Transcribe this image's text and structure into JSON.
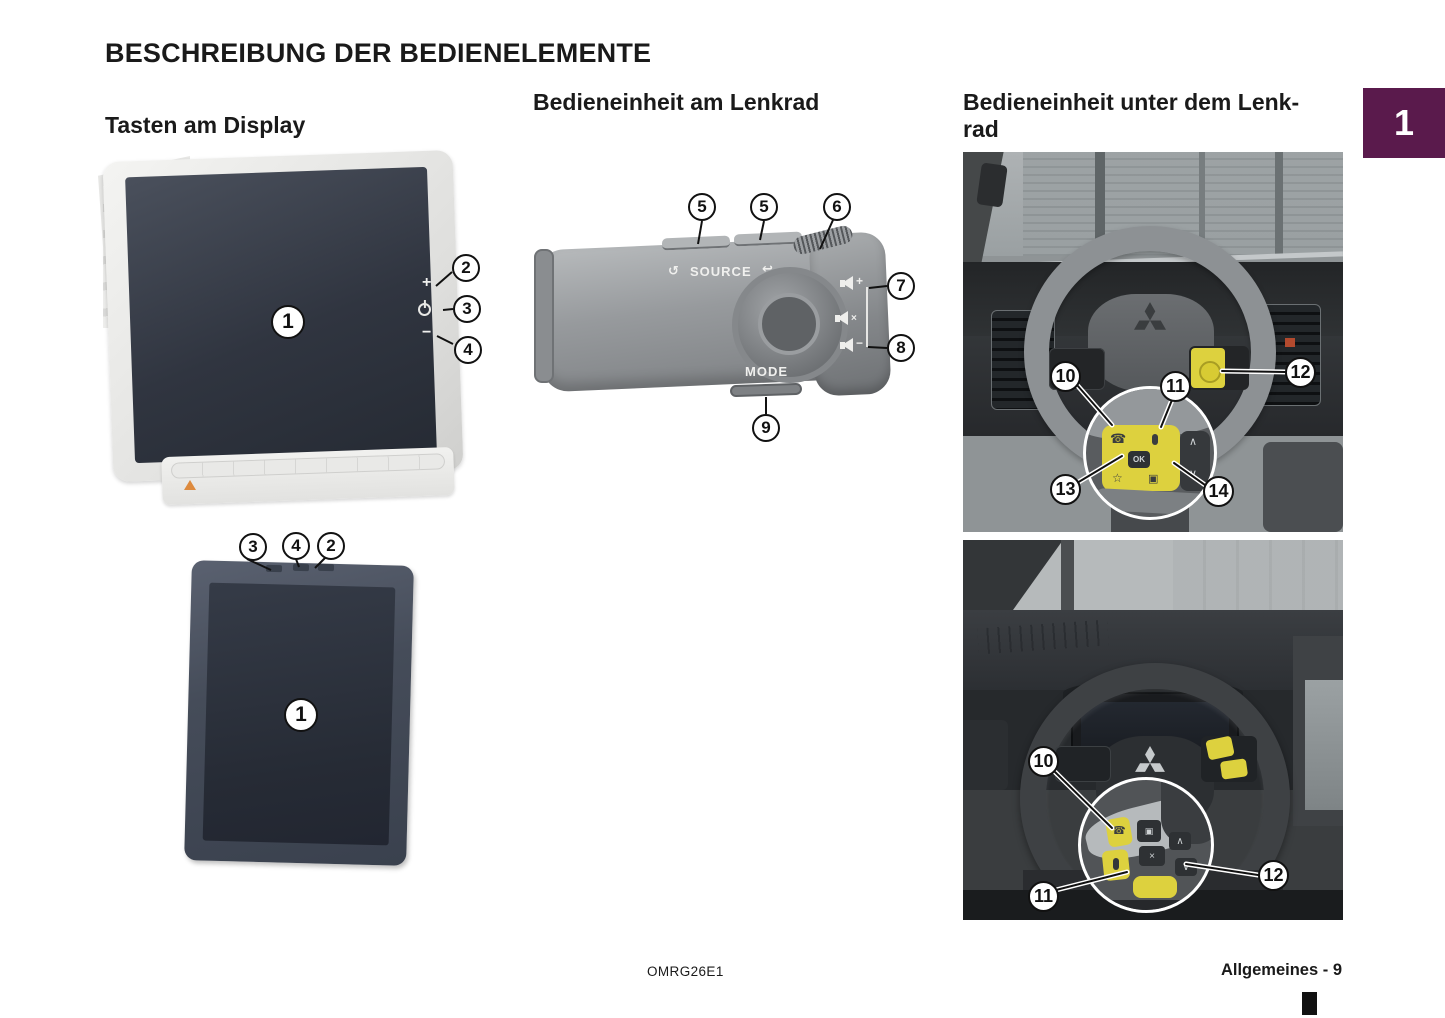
{
  "page": {
    "title": "BESCHREIBUNG DER BEDIENELEMENTE",
    "chapter_tab": "1",
    "footer_code": "OMRG26E1",
    "footer_page": "Allgemeines - 9"
  },
  "sections": {
    "display": {
      "heading": "Tasten am Display"
    },
    "stalk": {
      "heading": "Bedieneinheit am Lenkrad"
    },
    "under_wheel": {
      "heading_line1": "Bedieneinheit unter dem Lenk-",
      "heading_line2": "rad"
    }
  },
  "stalk_controls": {
    "source_label": "SOURCE",
    "mode_label": "MODE",
    "loop_icon": "↺",
    "back_icon": "↩",
    "volume_marks": {
      "up": "+",
      "mute": "×",
      "down": "−"
    }
  },
  "display_buttons": {
    "plus": "+",
    "minus": "−"
  },
  "magnifier": {
    "ok_label": "OK",
    "up_icon": "∧",
    "down_icon": "∨",
    "star_icon": "☆",
    "phone_icon": "☎",
    "media_icon": "▣",
    "mute_icon": "×"
  },
  "callouts": {
    "display_front": {
      "c1": "1",
      "c2": "2",
      "c3": "3",
      "c4": "4"
    },
    "display_back": {
      "c1": "1",
      "c2": "2",
      "c3": "3",
      "c4": "4"
    },
    "stalk": {
      "c5a": "5",
      "c5b": "5",
      "c6": "6",
      "c7": "7",
      "c8": "8",
      "c9": "9"
    },
    "wheel_upper": {
      "c10": "10",
      "c11": "11",
      "c12": "12",
      "c13": "13",
      "c14": "14"
    },
    "wheel_lower": {
      "c10": "10",
      "c11": "11",
      "c12": "12"
    }
  },
  "colors": {
    "chapter_tab_bg": "#5a1a4c",
    "highlight_yellow": "#ddd13e"
  }
}
